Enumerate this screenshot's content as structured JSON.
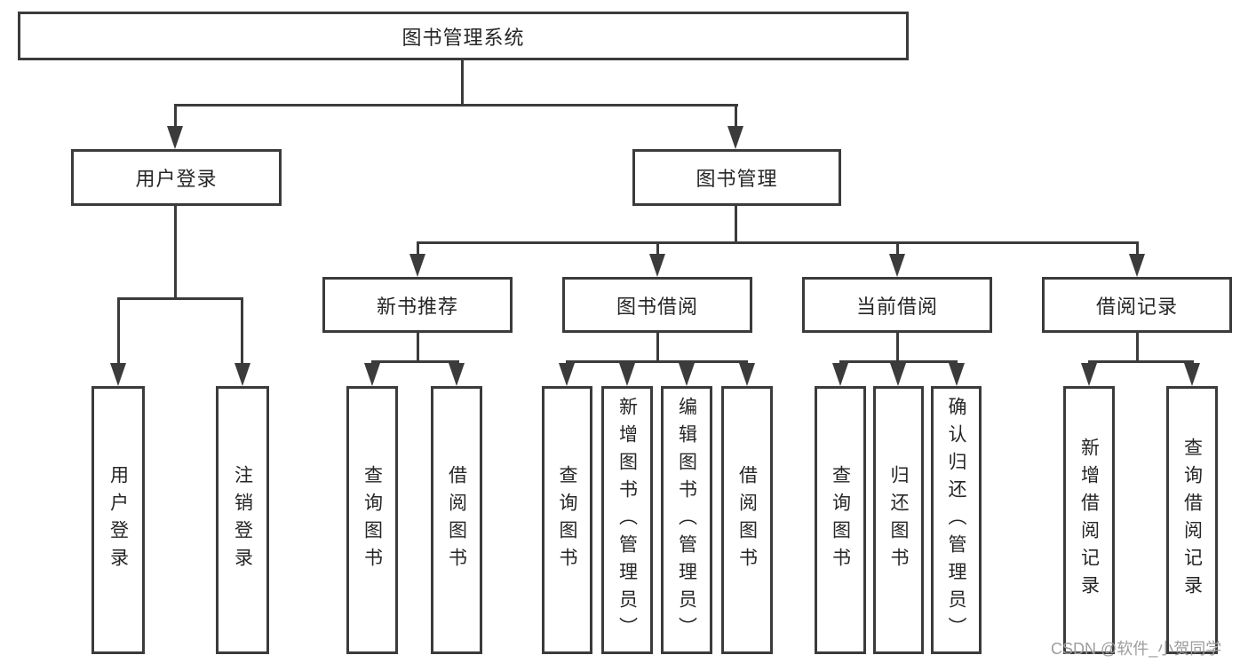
{
  "diagram": {
    "root": {
      "label": "图书管理系统"
    },
    "level2": {
      "login": {
        "label": "用户登录"
      },
      "mgmt": {
        "label": "图书管理"
      }
    },
    "level3": {
      "newbook": {
        "label": "新书推荐"
      },
      "borrow": {
        "label": "图书借阅"
      },
      "current": {
        "label": "当前借阅"
      },
      "records": {
        "label": "借阅记录"
      }
    },
    "leaves": {
      "a1": "用户登录",
      "a2": "注销登录",
      "b1": "查询图书",
      "b2": "借阅图书",
      "c1": "查询图书",
      "c2": "新增图书（管理员）",
      "c3": "编辑图书（管理员）",
      "c4": "借阅图书",
      "d1": "查询图书",
      "d2": "归还图书",
      "d3": "确认归还（管理员）",
      "e1": "新增借阅记录",
      "e2": "查询借阅记录"
    },
    "watermark": "CSDN @软件_小贺同学",
    "colors": {
      "line": "#3b3b3b",
      "text": "#262626",
      "watermark": "#9d9d9d"
    }
  }
}
